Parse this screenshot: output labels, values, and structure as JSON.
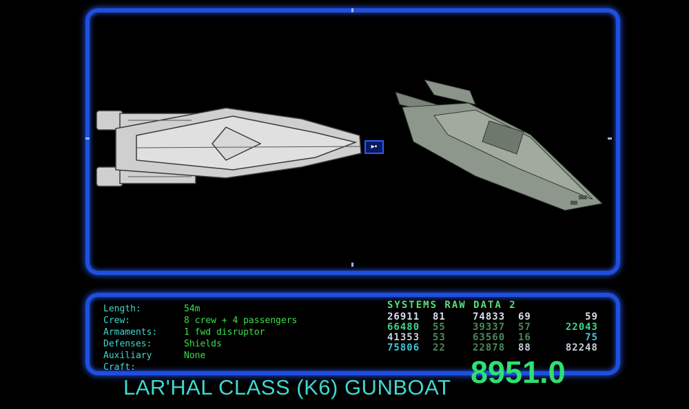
{
  "specs": [
    {
      "label": "Length:",
      "value": "54m"
    },
    {
      "label": "Crew:",
      "value": "8 crew + 4 passengers"
    },
    {
      "label": "Armaments:",
      "value": "1 fwd disruptor"
    },
    {
      "label": "Defenses:",
      "value": "Shields"
    },
    {
      "label": "Auxiliary Craft:",
      "value": "None"
    }
  ],
  "systems": {
    "title": "SYSTEMS RAW DATA 2",
    "rows": [
      [
        "26911",
        "81",
        "74833",
        "69",
        "59"
      ],
      [
        "66480",
        "55",
        "39337",
        "57",
        "22043"
      ],
      [
        "41353",
        "53",
        "63560",
        "16",
        "75"
      ],
      [
        "75806",
        "22",
        "22878",
        "88",
        "82248"
      ]
    ]
  },
  "ship_title": "LAR'HAL CLASS (K6) GUNBOAT",
  "stardate": "8951.0",
  "selector_glyph": "▸▪",
  "colors": {
    "frame": "#1f4fe0",
    "label": "#40d8d0",
    "value": "#39e04c"
  }
}
